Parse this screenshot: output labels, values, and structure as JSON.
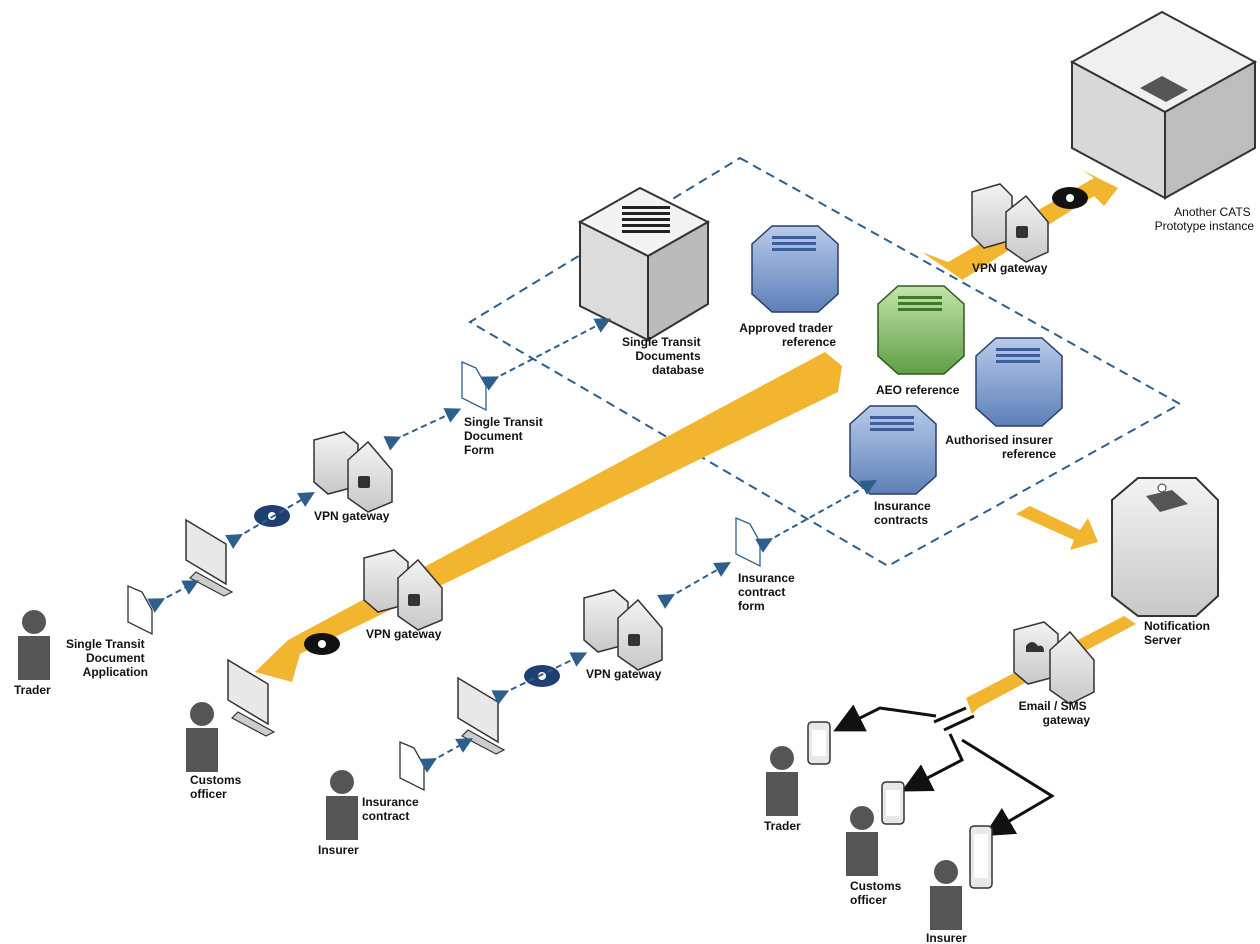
{
  "labels": {
    "another_cats": [
      "Another CATS",
      "Prototype instance"
    ],
    "vpn_top": "VPN gateway",
    "std_db": [
      "Single Transit",
      "Documents",
      "database"
    ],
    "approved_trader": [
      "Approved trader",
      "reference"
    ],
    "aeo": "AEO reference",
    "auth_insurer": [
      "Authorised insurer",
      "reference"
    ],
    "insurance_contracts": [
      "Insurance",
      "contracts"
    ],
    "std_form": [
      "Single Transit",
      "Document",
      "Form"
    ],
    "vpn_trader": "VPN gateway",
    "vpn_customs": "VPN gateway",
    "vpn_insurer": "VPN gateway",
    "insurance_form": [
      "Insurance",
      "contract",
      "form"
    ],
    "notification": [
      "Notification",
      "Server"
    ],
    "email_sms": [
      "Email / SMS",
      "gateway"
    ],
    "std_app": [
      "Single Transit",
      "Document",
      "Application"
    ],
    "trader_left": "Trader",
    "customs_left": [
      "Customs",
      "officer"
    ],
    "insurance_contract": [
      "Insurance",
      "contract"
    ],
    "insurer_left": "Insurer",
    "trader_right": "Trader",
    "customs_right": [
      "Customs",
      "officer"
    ],
    "insurer_right": "Insurer"
  },
  "colors": {
    "pipe": "#f2b52f",
    "dashed": "#2e5f8c",
    "db_blue": "#7f9fd0",
    "db_green": "#8cc36c",
    "lock": "#1f3f73",
    "person": "#555555"
  }
}
